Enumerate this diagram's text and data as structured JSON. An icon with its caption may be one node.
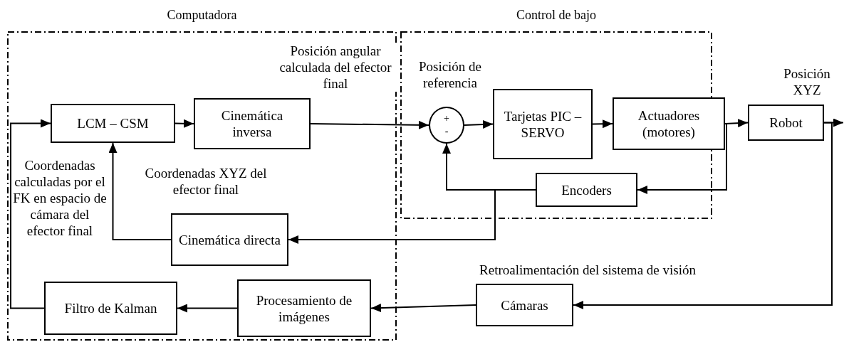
{
  "diagram": {
    "nodes": [
      {
        "text": [
          "Computadora"
        ]
      },
      {
        "text": [
          "LCM – CSM"
        ],
        "in": 0
      },
      {
        "text": [
          "Cinemática inversa"
        ],
        "in": 0
      },
      {
        "text": [
          "Cinemática directa"
        ],
        "in": 0
      },
      {
        "text": [
          "Filtro de Kalman"
        ],
        "in": 0
      },
      {
        "text": [
          "Procesamiento de imágenes"
        ],
        "in": 0
      },
      {
        "text": [
          "Control de bajo"
        ]
      },
      {
        "text": [
          "+",
          "-"
        ],
        "in": 6,
        "beside": [
          "Posición de referencia"
        ]
      },
      {
        "text": [
          "Tarjetas PIC – SERVO"
        ],
        "in": 6
      },
      {
        "text": [
          "Actuadores (motores)"
        ],
        "in": 6
      },
      {
        "text": [
          "Encoders"
        ],
        "in": 6
      },
      {
        "text": [
          "Robot"
        ],
        "beside": [
          "Posición XYZ"
        ]
      },
      {
        "text": [
          "Cámaras"
        ]
      }
    ],
    "edges": [
      {
        "from": 1,
        "to": 2,
        "arrow": "to"
      },
      {
        "from": 2,
        "to": 7,
        "arrow": "to",
        "label": "Posición angular calculada del efector final"
      },
      {
        "from": 7,
        "to": 8,
        "arrow": "to"
      },
      {
        "from": 8,
        "to": 9,
        "arrow": "to"
      },
      {
        "from": 9,
        "to": 11,
        "arrow": "to"
      },
      {
        "from": 9,
        "to": 10,
        "arrow": "to"
      },
      {
        "from": 10,
        "to": 7,
        "arrow": "to"
      },
      {
        "from": 10,
        "to": 3,
        "arrow": "to"
      },
      {
        "from": 3,
        "to": 1,
        "arrow": "to",
        "label": "Coordenadas XYZ del efector final"
      },
      {
        "from": 11,
        "to": null,
        "arrow": "to"
      },
      {
        "from": 11,
        "to": 12,
        "arrow": "to",
        "label": "Retroalimentación del sistema de visión"
      },
      {
        "from": 12,
        "to": 5,
        "arrow": "to"
      },
      {
        "from": 5,
        "to": 4,
        "arrow": "to"
      },
      {
        "from": 4,
        "to": 1,
        "arrow": "to",
        "label": "Coordenadas calculadas por el FK en espacio de cámara del efector final"
      }
    ]
  }
}
